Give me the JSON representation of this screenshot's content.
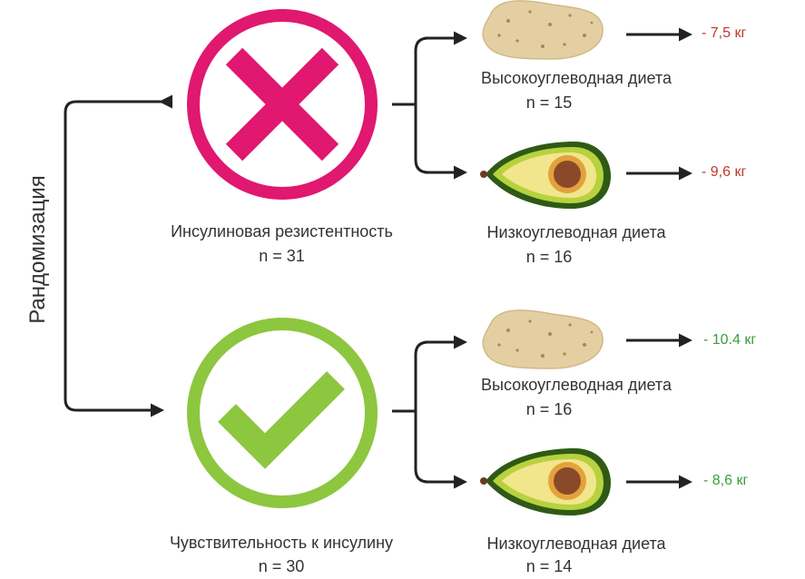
{
  "randomization_label": "Рандомизация",
  "groups": [
    {
      "name": "Инсулиновая резистентность",
      "n": "n = 31",
      "icon": "cross-icon",
      "color": "#e0186f",
      "diets": [
        {
          "name": "Высокоуглеводная диета",
          "n": "n = 15",
          "icon": "potato-icon",
          "result": "- 7,5 кг",
          "result_color": "#c0392b"
        },
        {
          "name": "Низкоуглеводная диета",
          "n": "n = 16",
          "icon": "avocado-icon",
          "result": "- 9,6 кг",
          "result_color": "#c0392b"
        }
      ]
    },
    {
      "name": "Чувствительность к инсулину",
      "n": "n = 30",
      "icon": "check-icon",
      "color": "#8dc63f",
      "diets": [
        {
          "name": "Высокоуглеводная диета",
          "n": "n = 16",
          "icon": "potato-icon",
          "result": "- 10.4 кг",
          "result_color": "#3a9d3a"
        },
        {
          "name": "Низкоуглеводная диета",
          "n": "n = 14",
          "icon": "avocado-icon",
          "result": "- 8,6 кг",
          "result_color": "#3a9d3a"
        }
      ]
    }
  ]
}
